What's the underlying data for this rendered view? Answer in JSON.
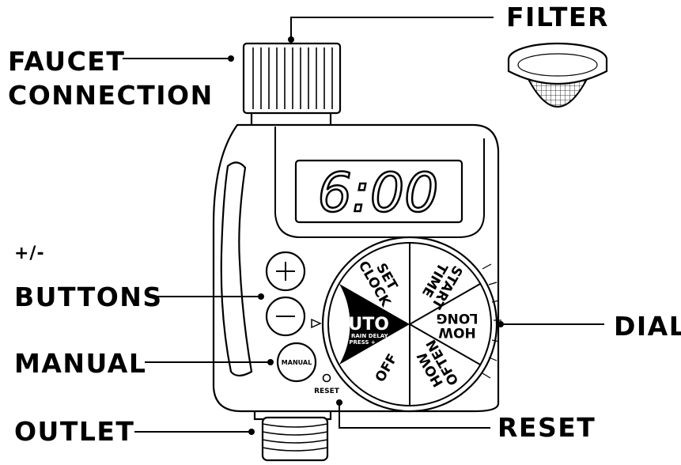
{
  "callouts": {
    "filter": "FILTER",
    "faucet_line1": "FAUCET",
    "faucet_line2": "CONNECTION",
    "plusminus": "+/-",
    "buttons": "BUTTONS",
    "manual": "MANUAL",
    "outlet": "OUTLET",
    "dial": "DIAL",
    "reset": "RESET"
  },
  "display": {
    "time": "6:00"
  },
  "dial_segments": {
    "set_clock_1": "SET",
    "set_clock_2": "CLOCK",
    "start_time_1": "START",
    "start_time_2": "TIME",
    "how_long_1": "HOW",
    "how_long_2": "LONG",
    "how_often_1": "HOW",
    "how_often_2": "OFTEN",
    "off": "OFF",
    "auto": "AUTO",
    "auto_sub1": "FOR RAIN DELAY",
    "auto_sub2": "PRESS +"
  },
  "device_labels": {
    "manual_button": "MANUAL",
    "reset_hole": "RESET"
  }
}
